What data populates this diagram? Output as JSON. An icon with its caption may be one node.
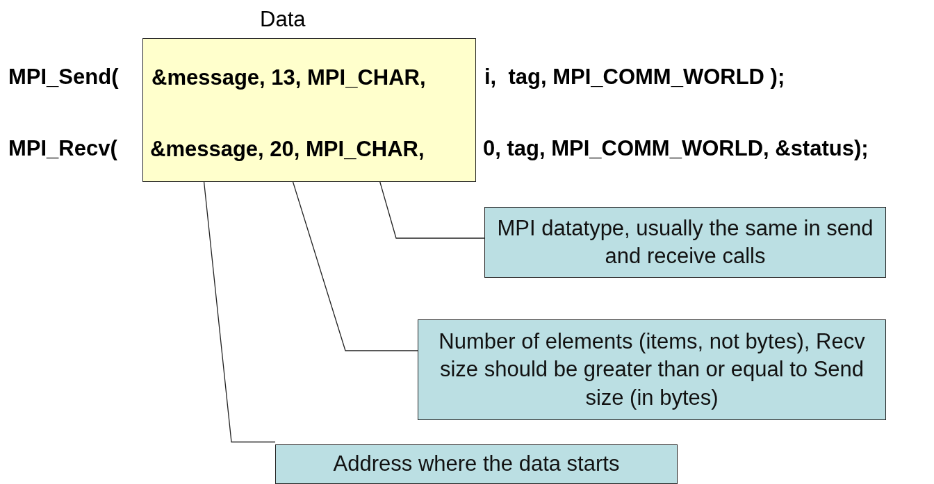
{
  "diagram": {
    "nodes": [
      {
        "text": [
          "Data",
          "&message, 13, MPI_CHAR,",
          "&message, 20, MPI_CHAR,"
        ]
      },
      {
        "text": [
          "MPI datatype, usually the same in send and receive calls"
        ]
      },
      {
        "text": [
          "Number of elements (items, not bytes), Recv size should be greater than or equal to Send size (in bytes)"
        ]
      },
      {
        "text": [
          "Address where the data starts"
        ]
      }
    ],
    "edges": [
      {
        "from": 1,
        "to": 0,
        "arrow": "none"
      },
      {
        "from": 2,
        "to": 0,
        "arrow": "none"
      },
      {
        "from": 3,
        "to": 0,
        "arrow": "none"
      }
    ],
    "labels": [
      "MPI_Send(",
      "i,  tag, MPI_COMM_WORLD );",
      "MPI_Recv(",
      "0, tag, MPI_COMM_WORLD, &status);"
    ]
  }
}
